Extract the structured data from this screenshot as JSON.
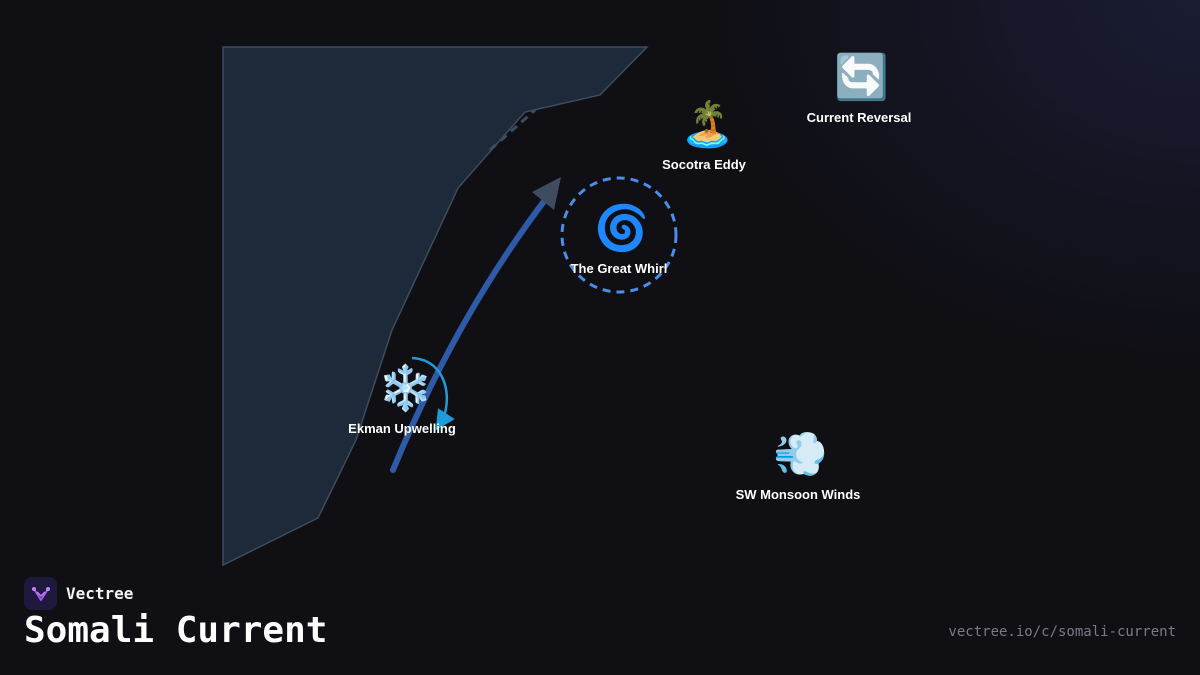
{
  "diagram": {
    "nodes": [
      {
        "id": "socotra",
        "label": "Socotra Eddy",
        "icon": "🏝️",
        "icon_name": "island-icon"
      },
      {
        "id": "reversal",
        "label": "Current Reversal",
        "icon": "🔄",
        "icon_name": "counterclockwise-arrows-icon"
      },
      {
        "id": "whirl",
        "label": "The Great Whirl",
        "icon": "🌀",
        "icon_name": "cyclone-icon"
      },
      {
        "id": "ekman",
        "label": "Ekman Upwelling",
        "icon": "❄️",
        "icon_name": "snowflake-icon"
      },
      {
        "id": "monsoon",
        "label": "SW Monsoon Winds",
        "icon": "💨",
        "icon_name": "dashing-wind-icon"
      }
    ]
  },
  "footer": {
    "brand": "Vectree",
    "title": "Somali Current",
    "url": "vectree.io/c/somali-current"
  },
  "colors": {
    "background": "#0f0f14",
    "landmass": "#1e2a3a",
    "current_arrow": "#2f5aa8",
    "whirl_ring": "#4d8de8",
    "upwelling_arrow": "#1e9bd9",
    "brand_accent": "#a855f7"
  }
}
